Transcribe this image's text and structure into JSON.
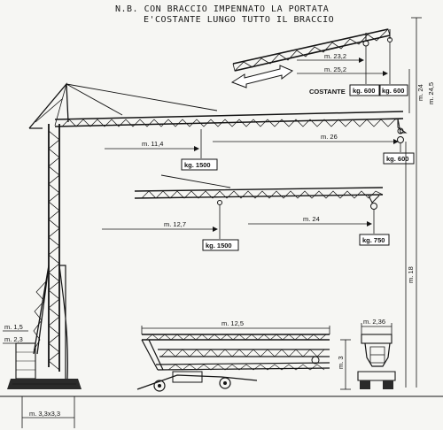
{
  "note": {
    "line1": "N.B. CON BRACCIO IMPENNATO LA PORTATA",
    "line2": "E'COSTANTE LUNGO TUTTO IL BRACCIO"
  },
  "raised_jib": {
    "constant_label": "COSTANTE",
    "dim_near": "m. 23,2",
    "dim_far": "m. 25,2",
    "load_near": "kg. 600",
    "load_far": "kg. 600"
  },
  "main_jib": {
    "dim_near": "m. 11,4",
    "dim_far": "m. 26",
    "load_near": "kg. 1500",
    "load_far": "kg. 600"
  },
  "short_jib": {
    "dim_near": "m. 12,7",
    "dim_far": "m. 24",
    "load_near": "kg. 1500",
    "load_far": "kg. 750"
  },
  "heights": {
    "tip_high": "m. 24,5",
    "tip_low": "m. 24",
    "under_hook": "m. 18"
  },
  "transport": {
    "length": "m. 12,5",
    "height": "m. 3",
    "width": "m. 2,36"
  },
  "base": {
    "ballast_h1": "m. 1,5",
    "ballast_h2": "m. 2,3",
    "footprint": "m. 3,3x3,3"
  }
}
